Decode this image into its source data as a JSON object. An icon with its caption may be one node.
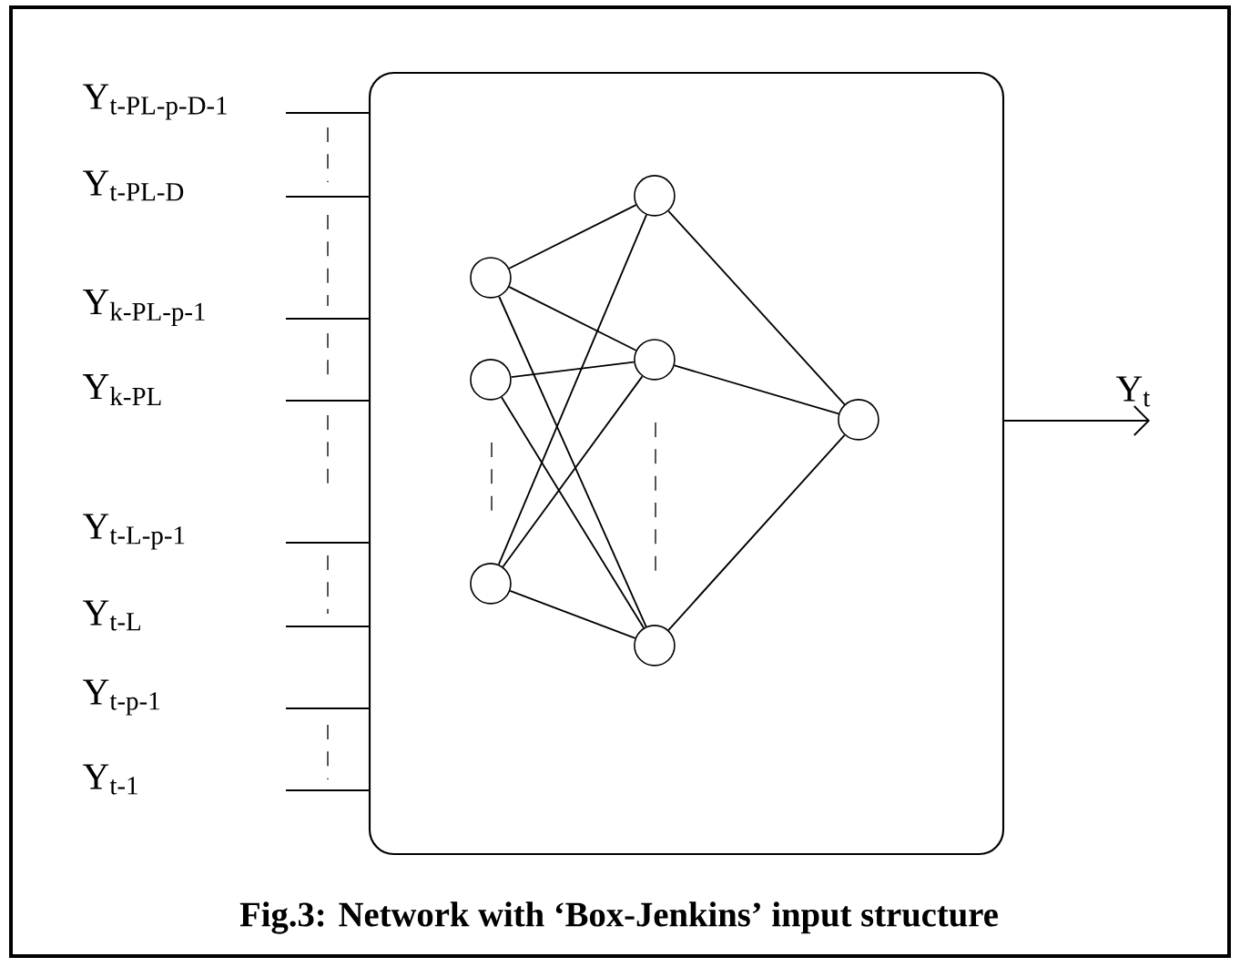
{
  "diagram": {
    "caption": "Fig.3: Network with ‘Box-Jenkins’ input structure",
    "nodes": [
      {
        "text": [],
        "shape": "box"
      },
      {
        "text": [],
        "shape": "circle",
        "in": 0
      },
      {
        "text": [],
        "shape": "circle",
        "in": 0
      },
      {
        "text": [],
        "shape": "circle",
        "in": 0
      },
      {
        "text": [],
        "shape": "circle",
        "in": 0
      },
      {
        "text": [],
        "shape": "circle",
        "in": 0
      },
      {
        "text": [],
        "shape": "circle",
        "in": 0
      },
      {
        "text": [],
        "shape": "circle",
        "in": 0
      }
    ],
    "edges": [
      {
        "from": null,
        "to": 0,
        "arrow": "none"
      },
      {
        "from": null,
        "to": 0,
        "arrow": "none"
      },
      {
        "from": null,
        "to": 0,
        "arrow": "none"
      },
      {
        "from": null,
        "to": 0,
        "arrow": "none"
      },
      {
        "from": null,
        "to": 0,
        "arrow": "none"
      },
      {
        "from": null,
        "to": 0,
        "arrow": "none"
      },
      {
        "from": null,
        "to": 0,
        "arrow": "none"
      },
      {
        "from": null,
        "to": 0,
        "arrow": "none"
      },
      {
        "from": 1,
        "to": 4,
        "arrow": "none"
      },
      {
        "from": 1,
        "to": 5,
        "arrow": "none"
      },
      {
        "from": 1,
        "to": 6,
        "arrow": "none"
      },
      {
        "from": 2,
        "to": 5,
        "arrow": "none"
      },
      {
        "from": 2,
        "to": 6,
        "arrow": "none"
      },
      {
        "from": 3,
        "to": 4,
        "arrow": "none"
      },
      {
        "from": 3,
        "to": 5,
        "arrow": "none"
      },
      {
        "from": 3,
        "to": 6,
        "arrow": "none"
      },
      {
        "from": 4,
        "to": 7,
        "arrow": "none"
      },
      {
        "from": 5,
        "to": 7,
        "arrow": "none"
      },
      {
        "from": 6,
        "to": 7,
        "arrow": "none"
      },
      {
        "from": 0,
        "to": null,
        "arrow": "to",
        "label": "Y$_{t}$"
      }
    ],
    "labels": [
      "Y$_{t-PL-p-D-1}$",
      "Y$_{t-PL-D}$",
      "Y$_{k-PL-p-1}$",
      "Y$_{k-PL}$",
      "Y$_{t-L-p-1}$",
      "Y$_{t-L}$",
      "Y$_{t-p-1}$",
      "Y$_{t-1}$"
    ]
  }
}
